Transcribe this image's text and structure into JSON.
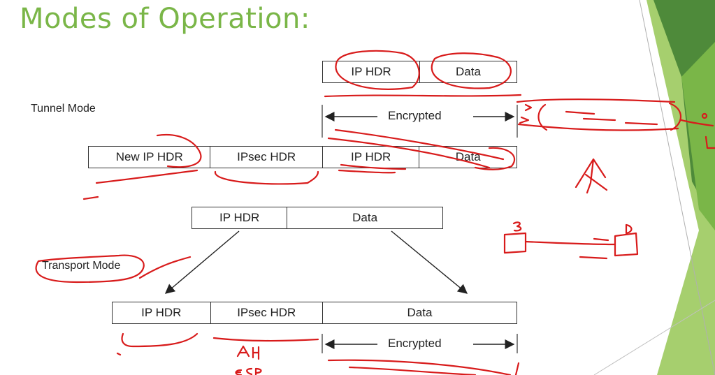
{
  "title": "Modes of Operation:",
  "tunnel": {
    "label": "Tunnel Mode",
    "original": [
      "IP HDR",
      "Data"
    ],
    "packet": [
      "New IP HDR",
      "IPsec HDR",
      "IP HDR",
      "Data"
    ],
    "encrypted_label": "Encrypted"
  },
  "transport": {
    "label": "Transport Mode",
    "original": [
      "IP HDR",
      "Data"
    ],
    "packet": [
      "IP HDR",
      "IPsec HDR",
      "Data"
    ],
    "encrypted_label": "Encrypted"
  },
  "annotations": {
    "source": "S",
    "destination": "D",
    "ah_esp": [
      "AH",
      "ESP"
    ]
  },
  "colors": {
    "title": "#7ab648",
    "ink": "#d81b1b",
    "deco_dark": "#4e8a3a",
    "deco_light": "#a6cf6e"
  }
}
